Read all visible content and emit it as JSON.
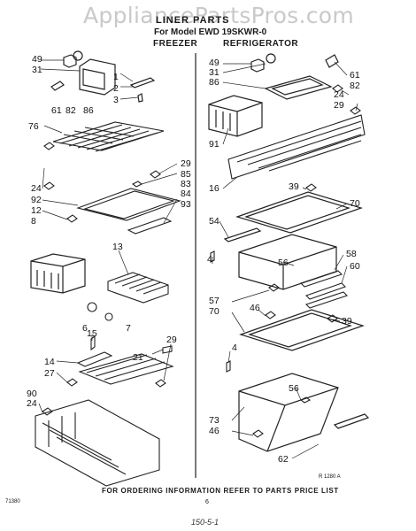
{
  "watermark": "AppliancePartsPros.com",
  "header": {
    "title": "LINER PARTS",
    "model": "For Model EWD 19SKWR-0",
    "freezer_label": "FREEZER",
    "refrigerator_label": "REFRIGERATOR"
  },
  "callouts": {
    "freezer": [
      "49",
      "31",
      "1",
      "2",
      "3",
      "61",
      "82",
      "86",
      "76",
      "29",
      "85",
      "83",
      "84",
      "24",
      "92",
      "12",
      "8",
      "93",
      "13",
      "6",
      "7",
      "15",
      "21",
      "29",
      "14",
      "27",
      "90",
      "24"
    ],
    "refrigerator": [
      "49",
      "31",
      "86",
      "61",
      "82",
      "24",
      "29",
      "91",
      "16",
      "39",
      "70",
      "54",
      "4",
      "58",
      "60",
      "56",
      "57",
      "70",
      "46",
      "39",
      "4",
      "56",
      "73",
      "46",
      "62"
    ]
  },
  "figure_code": "R 1280 A",
  "footer": "FOR ORDERING INFORMATION REFER TO PARTS PRICE LIST",
  "page_number": "6",
  "corner_code": "71380",
  "handwriting": "150-5-1"
}
